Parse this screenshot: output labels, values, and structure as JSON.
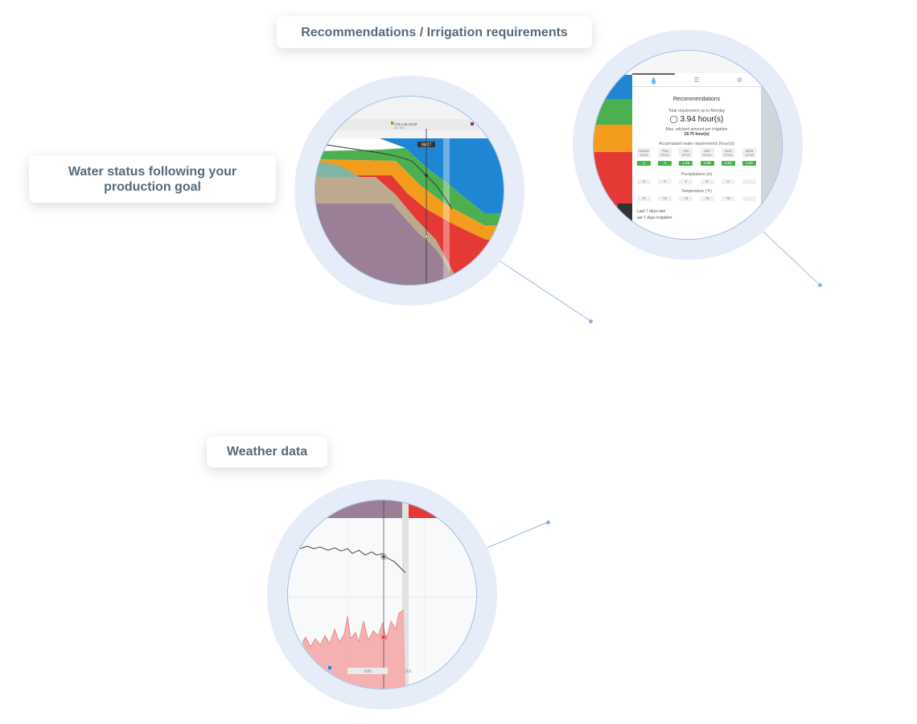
{
  "callouts": {
    "recommendations": "Recommendations / Irrigation requirements",
    "water_status": "Water status following your production goal",
    "weather": "Weather data"
  },
  "water_lens": {
    "stage_label": "FULL BLOOM",
    "stage_date": "6/1 JUN",
    "date_marker": "06/27"
  },
  "rec_panel": {
    "title": "Recommendations",
    "total_label": "Total requirement up to Monday",
    "total_value": "3.94 hour(s)",
    "max_label": "Max. advised amount per irrigation",
    "max_value": "19.75 hour(s)",
    "accum_label": "Accumulated water requirements (hour(s))",
    "days": [
      {
        "d": "TODAY",
        "date": "07/11"
      },
      {
        "d": "THU",
        "date": "07/12"
      },
      {
        "d": "FRI",
        "date": "07/13"
      },
      {
        "d": "SAT",
        "date": "07/14"
      },
      {
        "d": "SUN",
        "date": "07/15"
      },
      {
        "d": "MON",
        "date": "07/16"
      }
    ],
    "requirements": [
      "0",
      "0",
      "1.64",
      "1.99",
      "2.93",
      "3.94"
    ],
    "precip_label": "Precipitations (in)",
    "precip": [
      "0",
      "0",
      "0",
      "0",
      "0",
      "-"
    ],
    "temp_label": "Temperature (°F)",
    "temps": [
      "71",
      "74",
      "73",
      "73",
      "75",
      "-"
    ],
    "rain_label": "Last 7 days rain",
    "irrigation_label": "ast 7 days irrigation"
  },
  "weather_lens": {
    "month_labels": [
      "JUN",
      "JUL"
    ]
  },
  "colors": {
    "ring": "#e6edf8",
    "blue": "#1f86d4",
    "green": "#4caf50",
    "orange": "#f39c1e",
    "red": "#e53935",
    "purple": "#9a7f96",
    "reqGreen": "#48b34a"
  }
}
